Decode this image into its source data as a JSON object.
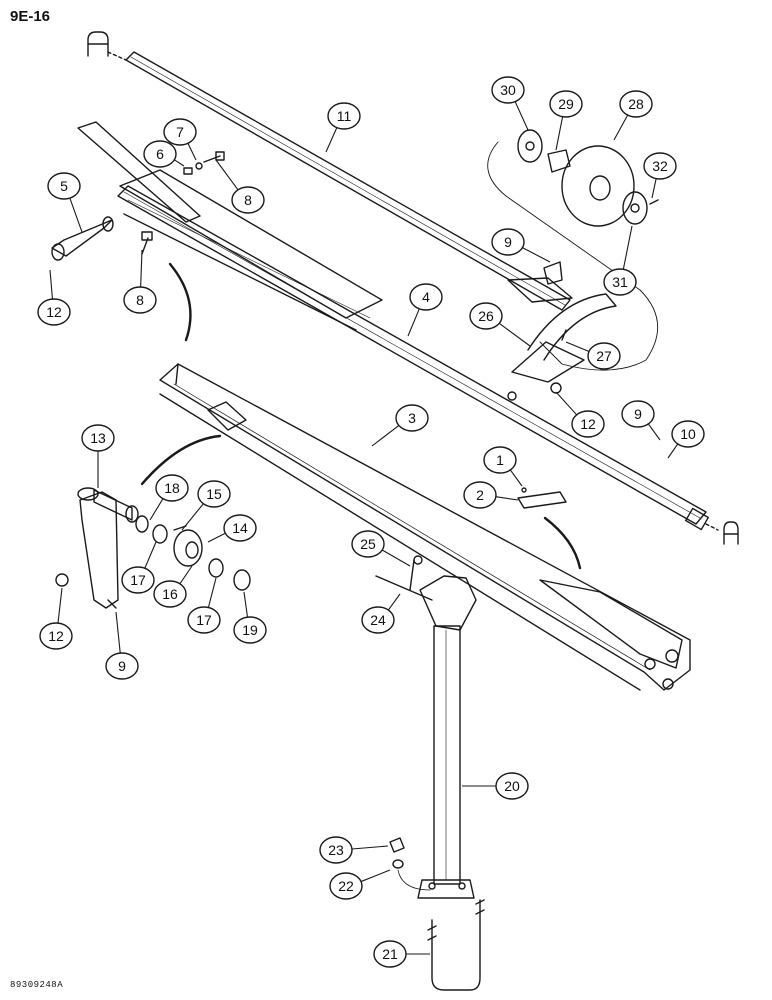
{
  "page_code": "9E-16",
  "drawing_code": "89309248A",
  "ref_mark": "A",
  "callouts": [
    {
      "id": "c1",
      "label": "1"
    },
    {
      "id": "c2",
      "label": "2"
    },
    {
      "id": "c3",
      "label": "3"
    },
    {
      "id": "c4",
      "label": "4"
    },
    {
      "id": "c5",
      "label": "5"
    },
    {
      "id": "c6",
      "label": "6"
    },
    {
      "id": "c7",
      "label": "7"
    },
    {
      "id": "c8a",
      "label": "8"
    },
    {
      "id": "c8b",
      "label": "8"
    },
    {
      "id": "c9a",
      "label": "9"
    },
    {
      "id": "c9b",
      "label": "9"
    },
    {
      "id": "c9c",
      "label": "9"
    },
    {
      "id": "c10",
      "label": "10"
    },
    {
      "id": "c11",
      "label": "11"
    },
    {
      "id": "c12a",
      "label": "12"
    },
    {
      "id": "c12b",
      "label": "12"
    },
    {
      "id": "c12c",
      "label": "12"
    },
    {
      "id": "c13",
      "label": "13"
    },
    {
      "id": "c14",
      "label": "14"
    },
    {
      "id": "c15",
      "label": "15"
    },
    {
      "id": "c16",
      "label": "16"
    },
    {
      "id": "c17a",
      "label": "17"
    },
    {
      "id": "c17b",
      "label": "17"
    },
    {
      "id": "c18",
      "label": "18"
    },
    {
      "id": "c19",
      "label": "19"
    },
    {
      "id": "c20",
      "label": "20"
    },
    {
      "id": "c21",
      "label": "21"
    },
    {
      "id": "c22",
      "label": "22"
    },
    {
      "id": "c23",
      "label": "23"
    },
    {
      "id": "c24",
      "label": "24"
    },
    {
      "id": "c25",
      "label": "25"
    },
    {
      "id": "c26",
      "label": "26"
    },
    {
      "id": "c27",
      "label": "27"
    },
    {
      "id": "c28",
      "label": "28"
    },
    {
      "id": "c29",
      "label": "29"
    },
    {
      "id": "c30",
      "label": "30"
    },
    {
      "id": "c31",
      "label": "31"
    },
    {
      "id": "c32",
      "label": "32"
    }
  ]
}
